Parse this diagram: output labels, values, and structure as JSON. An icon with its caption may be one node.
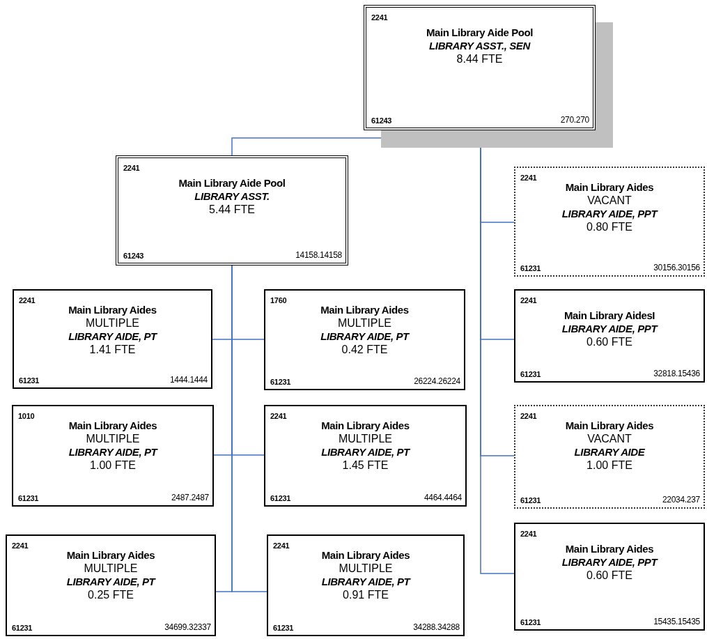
{
  "diagram": {
    "nodes": [
      {
        "text": [
          "2241",
          "Main Library Aide Pool",
          "LIBRARY ASST., SEN",
          "8.44 FTE",
          "61243",
          "270.270"
        ]
      },
      {
        "text": [
          "2241",
          "Main Library Aide Pool",
          "LIBRARY ASST.",
          "5.44 FTE",
          "61243",
          "14158.14158"
        ]
      },
      {
        "text": [
          "2241",
          "Main Library Aides",
          "VACANT",
          "LIBRARY AIDE, PPT",
          "0.80 FTE",
          "61231",
          "30156.30156"
        ]
      },
      {
        "text": [
          "2241",
          "Main Library AidesI",
          "LIBRARY AIDE, PPT",
          "0.60 FTE",
          "61231",
          "32818.15436"
        ]
      },
      {
        "text": [
          "2241",
          "Main Library Aides",
          "VACANT",
          "LIBRARY AIDE",
          "1.00 FTE",
          "61231",
          "22034.237"
        ]
      },
      {
        "text": [
          "2241",
          "Main Library Aides",
          "LIBRARY AIDE, PPT",
          "0.60 FTE",
          "61231",
          "15435.15435"
        ]
      },
      {
        "text": [
          "2241",
          "Main Library Aides",
          "MULTIPLE",
          "LIBRARY AIDE, PT",
          "1.41 FTE",
          "61231",
          "1444.1444"
        ]
      },
      {
        "text": [
          "1760",
          "Main Library Aides",
          "MULTIPLE",
          "LIBRARY AIDE, PT",
          "0.42 FTE",
          "61231",
          "26224.26224"
        ]
      },
      {
        "text": [
          "1010",
          "Main Library Aides",
          "MULTIPLE",
          "LIBRARY AIDE, PT",
          "1.00 FTE",
          "61231",
          "2487.2487"
        ]
      },
      {
        "text": [
          "2241",
          "Main Library Aides",
          "MULTIPLE",
          "LIBRARY AIDE, PT",
          "1.45 FTE",
          "61231",
          "4464.4464"
        ]
      },
      {
        "text": [
          "2241",
          "Main Library Aides",
          "MULTIPLE",
          "LIBRARY AIDE, PT",
          "0.25 FTE",
          "61231",
          "34699.32337"
        ]
      },
      {
        "text": [
          "2241",
          "Main Library Aides",
          "MULTIPLE",
          "LIBRARY AIDE, PT",
          "0.91 FTE",
          "61231",
          "34288.34288"
        ]
      }
    ],
    "edges": [
      {
        "from": 0,
        "to": 1,
        "arrow": "none"
      },
      {
        "from": 0,
        "to": 2,
        "arrow": "none"
      },
      {
        "from": 0,
        "to": 3,
        "arrow": "none"
      },
      {
        "from": 0,
        "to": 4,
        "arrow": "none"
      },
      {
        "from": 0,
        "to": 5,
        "arrow": "none"
      },
      {
        "from": 1,
        "to": 6,
        "arrow": "none"
      },
      {
        "from": 1,
        "to": 7,
        "arrow": "none"
      },
      {
        "from": 1,
        "to": 8,
        "arrow": "none"
      },
      {
        "from": 1,
        "to": 9,
        "arrow": "none"
      },
      {
        "from": 1,
        "to": 10,
        "arrow": "none"
      },
      {
        "from": 1,
        "to": 11,
        "arrow": "none"
      }
    ]
  }
}
